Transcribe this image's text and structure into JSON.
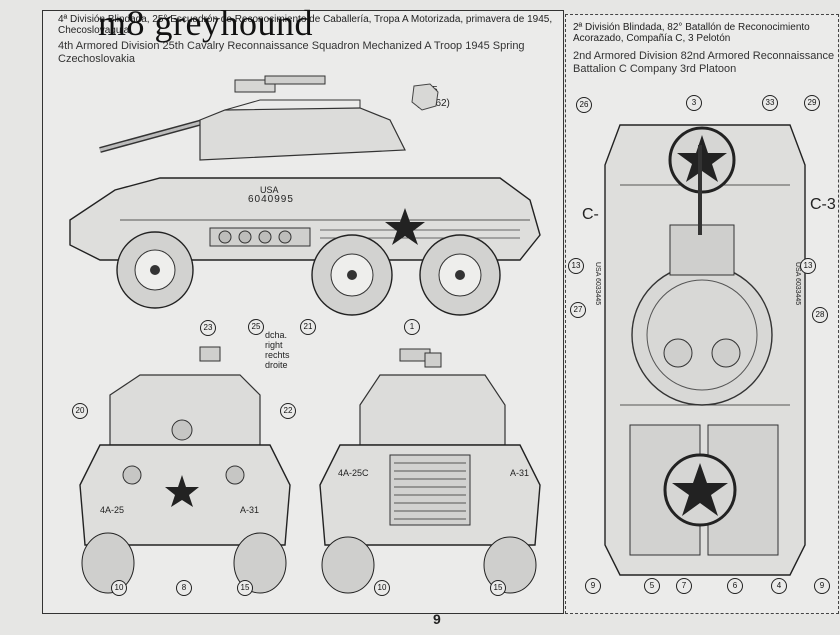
{
  "title": "m8 greyhound",
  "left_caption": {
    "es": "4ª División Blindada, 25° Escuadrón de Reconocimiento de Caballería, Tropa A Motorizada, primavera de 1945, Checoslovaquia",
    "en": "4th Armored Division 25th Cavalry Reconnaissance Squadron Mechanized A Troop 1945 Spring Czechoslovakia"
  },
  "right_caption": {
    "es": "2ª División Blindada, 82° Batallón de Reconocimiento Acorazado, Compañía C, 3 Pelotón",
    "en": "2nd Armored Division 82nd Armored Reconnaissance Battalion C Company 3rd Platoon"
  },
  "paint_code": {
    "line1": "TS-5",
    "line2": "(XF-62)"
  },
  "side_marking": {
    "usa": "USA",
    "serial": "6040995"
  },
  "front_markings": {
    "left": "4A-25",
    "right": "A-31"
  },
  "rear_markings": {
    "left": "4A-25C",
    "right": "A-31"
  },
  "top_markings": {
    "left": "C-",
    "right": "C-3",
    "serial_left": "USA 6033445",
    "serial_right": "USA 6033445"
  },
  "direction_note": [
    "dcha.",
    "right",
    "rechts",
    "droite"
  ],
  "callouts": {
    "side": [
      "25",
      "21",
      "1"
    ],
    "front": [
      "23",
      "20",
      "22",
      "10",
      "8",
      "15"
    ],
    "rear": [
      "10",
      "15"
    ],
    "top": [
      "26",
      "3",
      "33",
      "29",
      "13",
      "13",
      "27",
      "28",
      "9",
      "5",
      "7",
      "6",
      "4",
      "9"
    ]
  },
  "page_number": "9"
}
